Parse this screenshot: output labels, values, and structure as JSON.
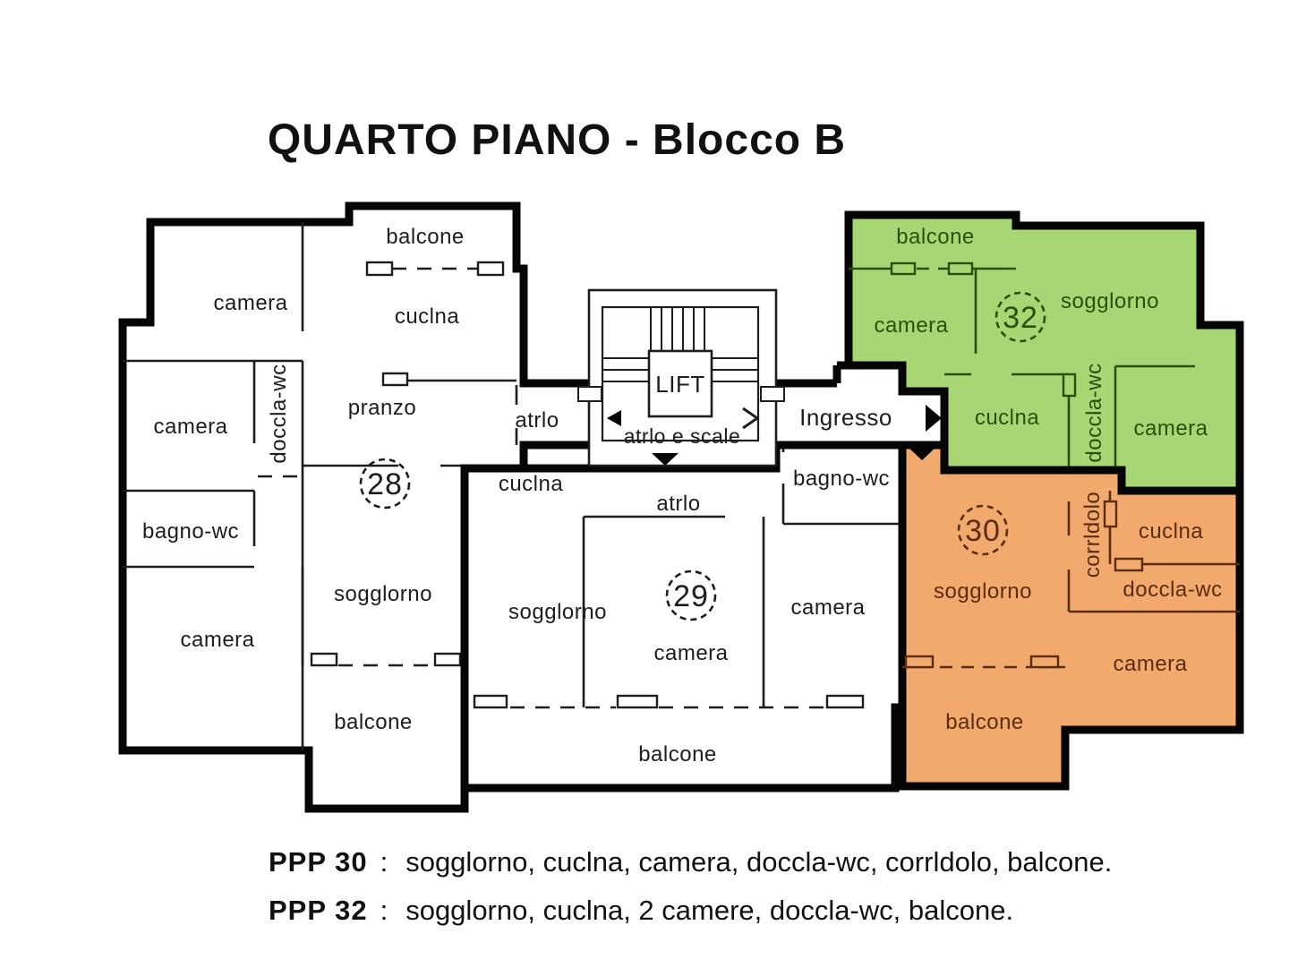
{
  "title": "QUARTO PIANO - Blocco B",
  "colors": {
    "highlight_green": "#a9d674",
    "highlight_green_ink": "#265208",
    "highlight_orange": "#f1a96d",
    "highlight_orange_ink": "#5b2d0c",
    "wall": "#050505",
    "ink": "#1d1d1d"
  },
  "apartments": {
    "apt28": {
      "number": "28"
    },
    "apt29": {
      "number": "29"
    },
    "apt30": {
      "number": "30"
    },
    "apt32": {
      "number": "32"
    }
  },
  "labels": {
    "balcone28_top": "balcone",
    "camera28_top": "camera",
    "cucina28": "cuclna",
    "doccia28": "doccla-wc",
    "camera28_mid": "camera",
    "pranzo28": "pranzo",
    "atrio28": "atrlo",
    "bagno28": "bagno-wc",
    "soggiorno28": "sogglorno",
    "camera28_bottom": "camera",
    "balcone28_bottom": "balcone",
    "lift": "LIFT",
    "atrio_scale": "atrlo e scale",
    "ingresso": "Ingresso",
    "cucina29": "cuclna",
    "atrio29": "atrlo",
    "bagno29": "bagno-wc",
    "soggiorno29": "sogglorno",
    "camera29_center": "camera",
    "camera29_right": "camera",
    "balcone29": "balcone",
    "balcone32_top": "balcone",
    "camera32_left": "camera",
    "soggiorno32": "sogglorno",
    "cucina32": "cuclna",
    "doccia32": "doccla-wc",
    "camera32_right": "camera",
    "soggiorno30": "sogglorno",
    "corridoio30": "corrldolo",
    "cucina30": "cuclna",
    "doccia30": "doccla-wc",
    "camera30": "camera",
    "balcone30": "balcone"
  },
  "legend": [
    {
      "unit": "PPP  30",
      "colon": ":",
      "rooms": "sogglorno, cuclna, camera, doccla-wc, corrldolo, balcone."
    },
    {
      "unit": "PPP  32",
      "colon": ":",
      "rooms": "sogglorno, cuclna, 2 camere, doccla-wc, balcone."
    }
  ]
}
